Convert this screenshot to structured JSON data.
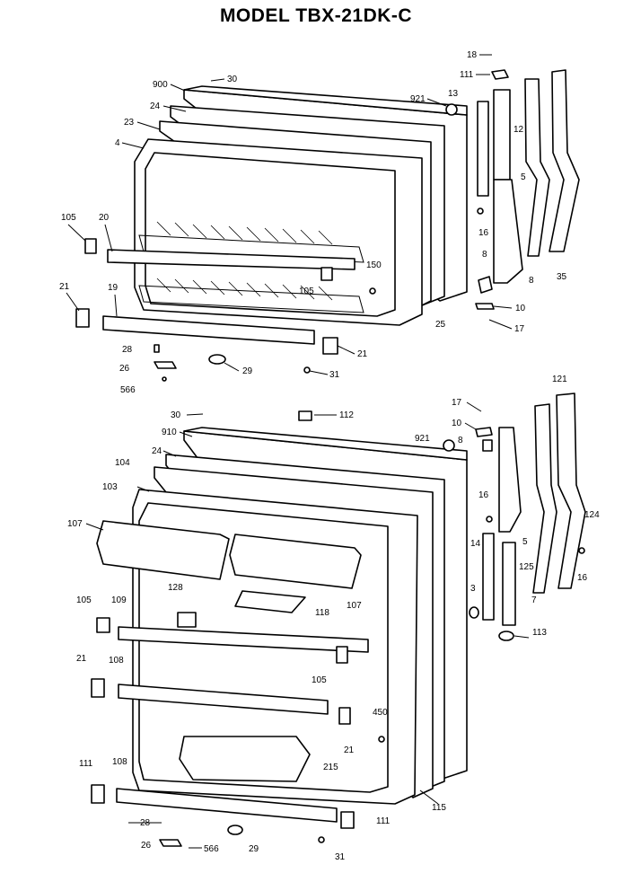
{
  "title": "MODEL TBX-21DK-C",
  "upper_assembly_labels": [
    "18",
    "111",
    "13",
    "12",
    "921",
    "900",
    "30",
    "24",
    "23",
    "4",
    "5",
    "105",
    "20",
    "16",
    "150",
    "105",
    "8",
    "8",
    "35",
    "21",
    "19",
    "10",
    "17",
    "25",
    "28",
    "21",
    "26",
    "29",
    "31",
    "566"
  ],
  "lower_assembly_labels": [
    "30",
    "112",
    "121",
    "17",
    "10",
    "8",
    "921",
    "910",
    "24",
    "104",
    "103",
    "16",
    "124",
    "107",
    "5",
    "14",
    "16",
    "125",
    "128",
    "107",
    "3",
    "7",
    "105",
    "109",
    "118",
    "113",
    "21",
    "108",
    "105",
    "21",
    "450",
    "215",
    "111",
    "108",
    "115",
    "28",
    "111",
    "26",
    "566",
    "29",
    "31"
  ],
  "callouts": [
    {
      "id": "u1",
      "text": "18"
    },
    {
      "id": "u2",
      "text": "111"
    },
    {
      "id": "u3",
      "text": "900"
    },
    {
      "id": "u4",
      "text": "30"
    },
    {
      "id": "u5",
      "text": "921"
    },
    {
      "id": "u6",
      "text": "13"
    },
    {
      "id": "u7",
      "text": "12"
    },
    {
      "id": "u8",
      "text": "24"
    },
    {
      "id": "u9",
      "text": "23"
    },
    {
      "id": "u10",
      "text": "4"
    },
    {
      "id": "u11",
      "text": "5"
    },
    {
      "id": "u12",
      "text": "105"
    },
    {
      "id": "u13",
      "text": "20"
    },
    {
      "id": "u14",
      "text": "16"
    },
    {
      "id": "u15",
      "text": "150"
    },
    {
      "id": "u16",
      "text": "8"
    },
    {
      "id": "u17",
      "text": "105"
    },
    {
      "id": "u18",
      "text": "8"
    },
    {
      "id": "u19",
      "text": "35"
    },
    {
      "id": "u20",
      "text": "21"
    },
    {
      "id": "u21",
      "text": "19"
    },
    {
      "id": "u22",
      "text": "10"
    },
    {
      "id": "u23",
      "text": "25"
    },
    {
      "id": "u24",
      "text": "17"
    },
    {
      "id": "u25",
      "text": "28"
    },
    {
      "id": "u26",
      "text": "21"
    },
    {
      "id": "u27",
      "text": "26"
    },
    {
      "id": "u28",
      "text": "29"
    },
    {
      "id": "u29",
      "text": "31"
    },
    {
      "id": "u30",
      "text": "566"
    },
    {
      "id": "l1",
      "text": "30"
    },
    {
      "id": "l2",
      "text": "112"
    },
    {
      "id": "l3",
      "text": "121"
    },
    {
      "id": "l4",
      "text": "17"
    },
    {
      "id": "l5",
      "text": "10"
    },
    {
      "id": "l6",
      "text": "910"
    },
    {
      "id": "l7",
      "text": "921"
    },
    {
      "id": "l8",
      "text": "8"
    },
    {
      "id": "l9",
      "text": "24"
    },
    {
      "id": "l10",
      "text": "104"
    },
    {
      "id": "l11",
      "text": "103"
    },
    {
      "id": "l12",
      "text": "16"
    },
    {
      "id": "l13",
      "text": "124"
    },
    {
      "id": "l14",
      "text": "107"
    },
    {
      "id": "l15",
      "text": "5"
    },
    {
      "id": "l16",
      "text": "14"
    },
    {
      "id": "l17",
      "text": "16"
    },
    {
      "id": "l18",
      "text": "125"
    },
    {
      "id": "l19",
      "text": "128"
    },
    {
      "id": "l20",
      "text": "3"
    },
    {
      "id": "l21",
      "text": "105"
    },
    {
      "id": "l22",
      "text": "109"
    },
    {
      "id": "l23",
      "text": "107"
    },
    {
      "id": "l24",
      "text": "118"
    },
    {
      "id": "l25",
      "text": "7"
    },
    {
      "id": "l26",
      "text": "113"
    },
    {
      "id": "l27",
      "text": "21"
    },
    {
      "id": "l28",
      "text": "108"
    },
    {
      "id": "l29",
      "text": "105"
    },
    {
      "id": "l30",
      "text": "450"
    },
    {
      "id": "l31",
      "text": "21"
    },
    {
      "id": "l32",
      "text": "215"
    },
    {
      "id": "l33",
      "text": "111"
    },
    {
      "id": "l34",
      "text": "108"
    },
    {
      "id": "l35",
      "text": "115"
    },
    {
      "id": "l36",
      "text": "28"
    },
    {
      "id": "l37",
      "text": "111"
    },
    {
      "id": "l38",
      "text": "26"
    },
    {
      "id": "l39",
      "text": "566"
    },
    {
      "id": "l40",
      "text": "29"
    },
    {
      "id": "l41",
      "text": "31"
    }
  ]
}
